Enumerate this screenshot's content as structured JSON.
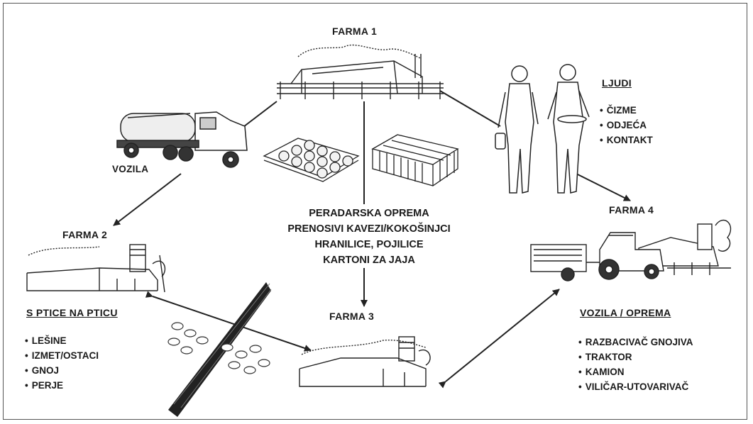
{
  "farms": {
    "farm1": "FARMA 1",
    "farm2": "FARMA 2",
    "farm3": "FARMA 3",
    "farm4": "FARMA 4"
  },
  "vehicles_label": "VOZILA",
  "people": {
    "title": "LJUDI",
    "items": [
      "ČIZME",
      "ODJEĆA",
      "KONTAKT"
    ]
  },
  "bird_to_bird": {
    "title": "S PTICE NA PTICU",
    "items": [
      "LEŠINE",
      "IZMET/OSTACI",
      "GNOJ",
      "PERJE"
    ]
  },
  "vehicles_equipment": {
    "title": "VOZILA / OPREMA",
    "items": [
      "RAZBACIVAČ GNOJIVA",
      "TRAKTOR",
      "KAMION",
      "VILIČAR-UTOVARIVAČ"
    ]
  },
  "poultry_equipment": {
    "lines": [
      "PERADARSKA OPREMA",
      "PRENOSIVI KAVEZI/KOKOŠINJCI",
      "HRANILICE, POJILICE",
      "KARTONI ZA JAJA"
    ]
  }
}
